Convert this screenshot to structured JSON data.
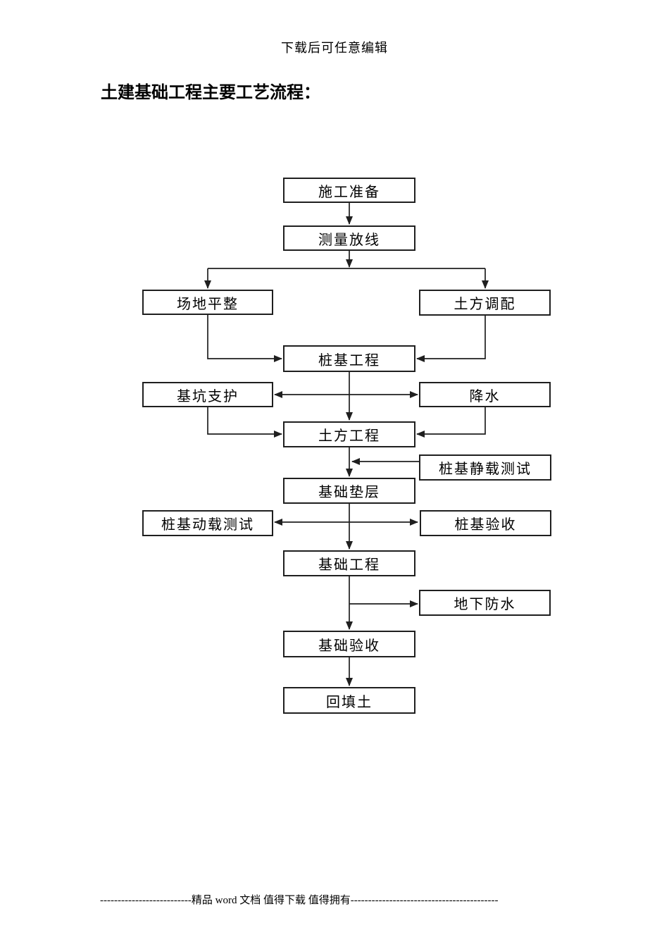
{
  "page": {
    "header_note": "下载后可任意编辑",
    "title": "土建基础工程主要工艺流程：",
    "footer_note": "--------------------------精品 word 文档 值得下载 值得拥有------------------------------------------"
  },
  "colors": {
    "line": "#1f1f1f",
    "text": "#000000",
    "page_background": "#ffffff"
  },
  "flowchart": {
    "nodes": [
      {
        "id": "construction-prep",
        "label": "施工准备"
      },
      {
        "id": "survey-layout",
        "label": "测量放线"
      },
      {
        "id": "site-leveling",
        "label": "场地平整"
      },
      {
        "id": "earthwork-allocation",
        "label": "土方调配"
      },
      {
        "id": "pile-foundation-work",
        "label": "桩基工程"
      },
      {
        "id": "pit-support",
        "label": "基坑支护"
      },
      {
        "id": "dewatering",
        "label": "降水"
      },
      {
        "id": "earthwork",
        "label": "土方工程"
      },
      {
        "id": "pile-static-load-test",
        "label": "桩基静载测试"
      },
      {
        "id": "foundation-cushion",
        "label": "基础垫层"
      },
      {
        "id": "pile-dynamic-load-test",
        "label": "桩基动载测试"
      },
      {
        "id": "pile-acceptance",
        "label": "桩基验收"
      },
      {
        "id": "foundation-work",
        "label": "基础工程"
      },
      {
        "id": "underground-waterproofing",
        "label": "地下防水"
      },
      {
        "id": "foundation-acceptance",
        "label": "基础验收"
      },
      {
        "id": "backfill-soil",
        "label": "回填土"
      }
    ],
    "edges": [
      {
        "from": "construction-prep",
        "to": "survey-layout",
        "type": "arrow"
      },
      {
        "from": "survey-layout",
        "to": "site-leveling",
        "type": "arrow"
      },
      {
        "from": "survey-layout",
        "to": "earthwork-allocation",
        "type": "arrow"
      },
      {
        "from": "site-leveling",
        "to": "pile-foundation-work",
        "type": "arrow"
      },
      {
        "from": "earthwork-allocation",
        "to": "pile-foundation-work",
        "type": "arrow"
      },
      {
        "from": "pile-foundation-work",
        "to": "earthwork",
        "type": "arrow"
      },
      {
        "from": "pit-support",
        "to": "dewatering",
        "type": "double-arrow"
      },
      {
        "from": "pit-support",
        "to": "earthwork",
        "type": "arrow"
      },
      {
        "from": "dewatering",
        "to": "earthwork",
        "type": "arrow"
      },
      {
        "from": "pile-static-load-test",
        "to": "earthwork",
        "type": "arrow"
      },
      {
        "from": "earthwork",
        "to": "foundation-cushion",
        "type": "arrow"
      },
      {
        "from": "pile-dynamic-load-test",
        "to": "pile-acceptance",
        "type": "double-arrow"
      },
      {
        "from": "foundation-cushion",
        "to": "foundation-work",
        "type": "arrow"
      },
      {
        "from": "foundation-work",
        "to": "underground-waterproofing",
        "type": "arrow"
      },
      {
        "from": "foundation-work",
        "to": "foundation-acceptance",
        "type": "arrow"
      },
      {
        "from": "foundation-acceptance",
        "to": "backfill-soil",
        "type": "arrow"
      }
    ]
  }
}
